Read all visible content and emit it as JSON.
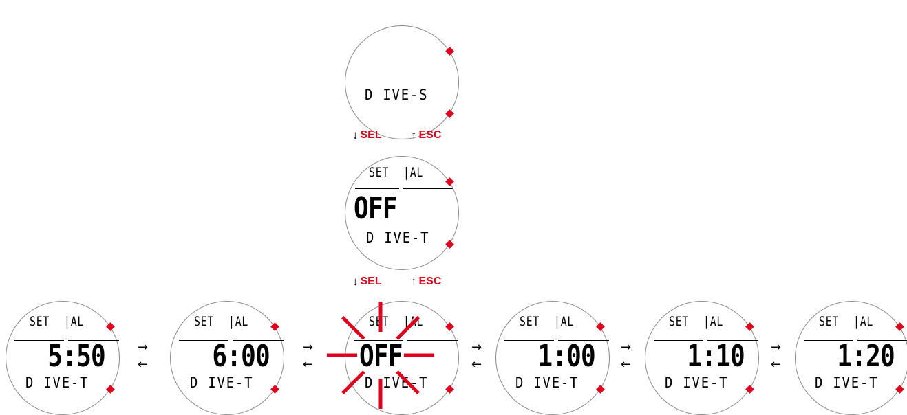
{
  "colors": {
    "accent": "#e0001b",
    "bezel": "#8a8a8a"
  },
  "mode_screen": {
    "bottom": "D IVE-S"
  },
  "set_screen": {
    "label_set": "SET",
    "label_al": "|AL",
    "value": "OFF",
    "bottom": "D IVE-T"
  },
  "transitions": {
    "sel_label": "SEL",
    "esc_label": "ESC",
    "down_arrow": "↓",
    "up_arrow": "↑",
    "next_arrow": "→",
    "prev_arrow": "←"
  },
  "time_screens": [
    {
      "label_set": "SET",
      "label_al": "|AL",
      "value": "5:50",
      "bottom": "D IVE-T"
    },
    {
      "label_set": "SET",
      "label_al": "|AL",
      "value": "6:00",
      "bottom": "D IVE-T"
    },
    {
      "label_set": "SET",
      "label_al": "|AL",
      "value": "OFF",
      "bottom": "D IVE-T",
      "blinking": true
    },
    {
      "label_set": "SET",
      "label_al": "|AL",
      "value": "1:00",
      "bottom": "D IVE-T"
    },
    {
      "label_set": "SET",
      "label_al": "|AL",
      "value": "1:10",
      "bottom": "D IVE-T"
    },
    {
      "label_set": "SET",
      "label_al": "|AL",
      "value": "1:20",
      "bottom": "D IVE-T"
    }
  ]
}
